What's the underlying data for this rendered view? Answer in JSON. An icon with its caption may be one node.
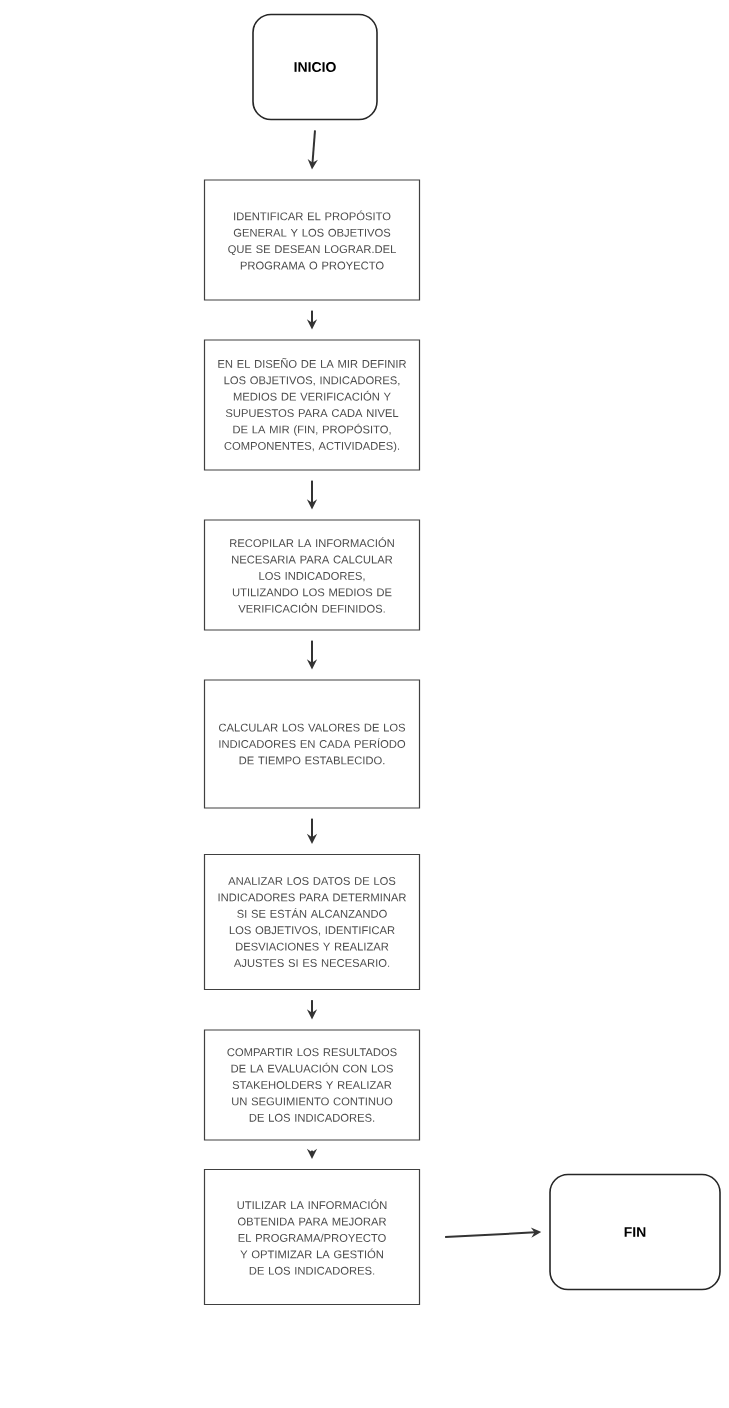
{
  "diagram": {
    "nodes": [
      {
        "text": [
          "INICIO"
        ]
      },
      {
        "text": [
          "IDENTIFICAR EL PROPÓSITO GENERAL Y LOS OBJETIVOS QUE SE DESEAN LOGRAR.DEL PROGRAMA O PROYECTO"
        ]
      },
      {
        "text": [
          "EN EL DISEÑO DE LA MIR DEFINIR LOS OBJETIVOS, INDICADORES, MEDIOS DE VERIFICACIÓN Y SUPUESTOS PARA CADA NIVEL DE LA MIR (FIN, PROPÓSITO, COMPONENTES, ACTIVIDADES)."
        ]
      },
      {
        "text": [
          "RECOPILAR LA INFORMACIÓN NECESARIA PARA CALCULAR LOS INDICADORES, UTILIZANDO LOS MEDIOS DE VERIFICACIÓN DEFINIDOS."
        ]
      },
      {
        "text": [
          "CALCULAR LOS VALORES DE LOS INDICADORES EN CADA PERÍODO DE TIEMPO ESTABLECIDO."
        ]
      },
      {
        "text": [
          "ANALIZAR LOS DATOS DE LOS INDICADORES PARA DETERMINAR SI SE ESTÁN ALCANZANDO LOS OBJETIVOS, IDENTIFICAR DESVIACIONES Y REALIZAR AJUSTES SI ES NECESARIO."
        ]
      },
      {
        "text": [
          "COMPARTIR LOS RESULTADOS DE LA EVALUACIÓN CON LOS STAKEHOLDERS Y REALIZAR UN SEGUIMIENTO CONTINUO DE LOS INDICADORES."
        ]
      },
      {
        "text": [
          "UTILIZAR LA INFORMACIÓN OBTENIDA PARA MEJORAR EL PROGRAMA/PROYECTO Y OPTIMIZAR LA GESTIÓN DE LOS INDICADORES."
        ]
      },
      {
        "text": [
          "FIN"
        ]
      }
    ],
    "edges": [
      {
        "from": 0,
        "to": 1,
        "arrow": "to"
      },
      {
        "from": 1,
        "to": 2,
        "arrow": "to"
      },
      {
        "from": 2,
        "to": 3,
        "arrow": "to"
      },
      {
        "from": 3,
        "to": 4,
        "arrow": "to"
      },
      {
        "from": 4,
        "to": 5,
        "arrow": "to"
      },
      {
        "from": 5,
        "to": 6,
        "arrow": "to"
      },
      {
        "from": 6,
        "to": 7,
        "arrow": "to"
      },
      {
        "from": 7,
        "to": 8,
        "arrow": "to"
      }
    ]
  }
}
